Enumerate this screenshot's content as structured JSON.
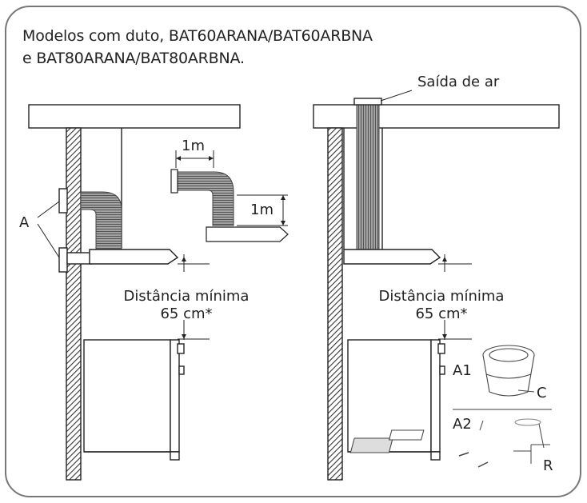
{
  "heading": {
    "line1": "Modelos com duto, BAT60ARANA/BAT60ARBNA",
    "line2": "e BAT80ARANA/BAT80ARBNA."
  },
  "labels": {
    "air_outlet": "Saída de ar",
    "duct_width": "1m",
    "duct_height": "1m",
    "a_label": "A",
    "a1_label": "A1",
    "a2_label": "A2",
    "c_label": "C",
    "r_label": "R"
  },
  "left": {
    "distance_label": "Distância mínima",
    "distance_value": "65 cm*"
  },
  "right": {
    "distance_label": "Distância mínima",
    "distance_value": "65 cm*"
  }
}
